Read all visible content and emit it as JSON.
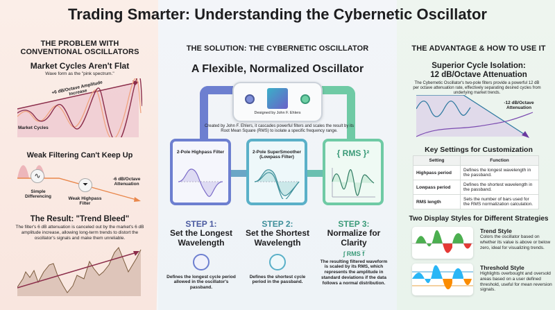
{
  "title": "Trading Smarter: Understanding the Cybernetic Oscillator",
  "left": {
    "section": "THE PROBLEM WITH CONVENTIONAL OSCILLATORS",
    "cycles_title": "Market Cycles Aren't Flat",
    "cycles_sub": "Wave form as the \"pink spectrum.\"",
    "amp_label": "+6 dB/Octave Amplitude Increase",
    "market_cycles": "Market Cycles",
    "weak_title": "Weak Filtering Can't Keep Up",
    "simple_diff": "Simple Differencing",
    "weak_hp": "Weak Highpass Filter",
    "atten": "-6 dB/Octave Attenuation",
    "result_title": "The Result: \"Trend Bleed\"",
    "result_text": "The filter's 6 dB attenuation is canceled out by the market's 6 dB amplitude increase, allowing long-term trends to distort the oscillator's signals and make them unreliable."
  },
  "middle": {
    "section": "THE SOLUTION: THE CYBERNETIC OSCILLATOR",
    "heading": "A Flexible, Normalized Oscillator",
    "designed_by": "Designed by John F. Ehlers",
    "description": "Created by John F. Ehlers, it cascades powerful filters and scales the result by its Root Mean Square (RMS) to isolate a specific frequency range.",
    "boxes": [
      {
        "label": "2-Pole Highpass Filter"
      },
      {
        "label": "2-Pole SuperSmoother (Lowpass Filter)"
      },
      {
        "label": "{ RMS }²"
      }
    ],
    "steps": [
      {
        "step": "STEP 1:",
        "title": "Set the Longest Wavelength",
        "text": "Defines the longest cycle period allowed in the oscillator's passband.",
        "color": "#4a5aa0"
      },
      {
        "step": "STEP 2:",
        "title": "Set the Shortest Wavelength",
        "text": "Defines the shortest cycle period in the passband.",
        "color": "#3e8f9a"
      },
      {
        "step": "STEP 3:",
        "title": "Normalize for Clarity",
        "formula": "∫ RMS f̅",
        "text": "The resulting filtered waveform is scaled by its RMS, which represents the amplitude in standard deviations if the data follows a normal distribution.",
        "color": "#3a9a78"
      }
    ]
  },
  "right": {
    "section": "THE ADVANTAGE & HOW TO USE IT",
    "iso_title": "Superior Cycle Isolation: 12 dB/Octave Attenuation",
    "iso_text": "The Cybernetic Oscillator's two-pole filters provide a powerful 12 dB per octave attenuation rate, effectively separating desired cycles from underlying market trends.",
    "atten": "-12 dB/Octave Attenuation",
    "settings_title": "Key Settings for Customization",
    "table": {
      "headers": [
        "Setting",
        "Function"
      ],
      "rows": [
        [
          "Highpass period",
          "Defines the longest wavelength in the passband."
        ],
        [
          "Lowpass period",
          "Defines the shortest wavelength in the passband."
        ],
        [
          "RMS length",
          "Sets the number of bars used for the RMS normalization calculation."
        ]
      ]
    },
    "styles_title": "Two Display Styles for Different Strategies",
    "trend_title": "Trend Style",
    "trend_text": "Colors the oscillator based on whether its value is above or below zero, ideal for visualizing trends.",
    "threshold_title": "Threshold Style",
    "threshold_text": "Highlights overbought and oversold areas based on a user defined threshold, useful for mean reversion signals."
  }
}
